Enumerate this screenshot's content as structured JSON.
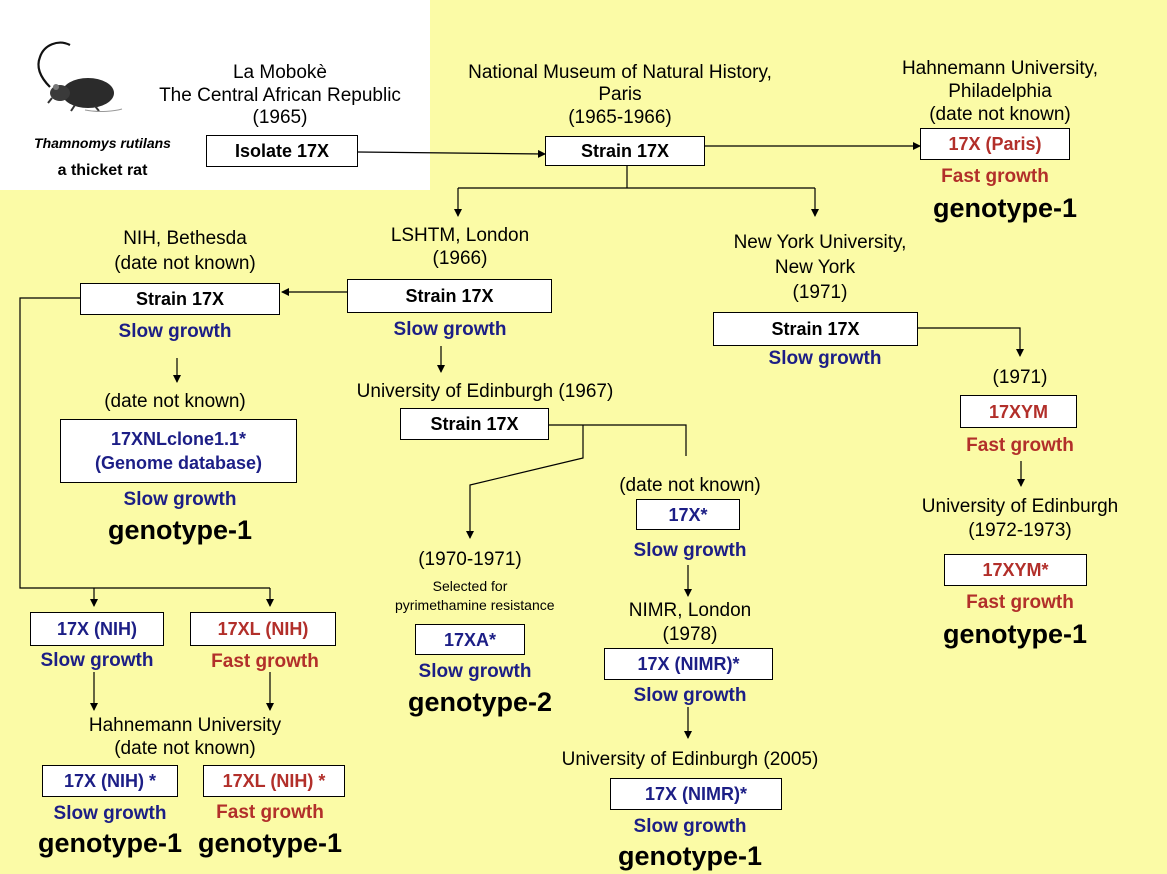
{
  "rat": {
    "species": "Thamnomys rutilans",
    "common_name": "a thicket rat"
  },
  "origin": {
    "place_line1": "La Mobokè",
    "place_line2": "The Central African Republic",
    "year": "(1965)",
    "box": "Isolate 17X"
  },
  "paris": {
    "line1": "National Museum of Natural History,",
    "line2": "Paris",
    "year": "(1965-1966)",
    "box": "Strain 17X"
  },
  "hahnemann_top": {
    "line1": "Hahnemann University,",
    "line2": "Philadelphia",
    "date": "(date not known)",
    "box": "17X (Paris)",
    "growth": "Fast growth",
    "genotype": "genotype-1"
  },
  "nih": {
    "line1": "NIH, Bethesda",
    "date": "(date not known)",
    "box": "Strain 17X",
    "growth": "Slow growth"
  },
  "nl": {
    "date": "(date not known)",
    "box_line1": "17XNLclone1.1*",
    "box_line2": "(Genome database)",
    "growth": "Slow growth",
    "genotype": "genotype-1"
  },
  "lshtm": {
    "line1": "LSHTM, London",
    "year": "(1966)",
    "box": "Strain 17X",
    "growth": "Slow growth"
  },
  "edinburgh1967": {
    "label": "University of Edinburgh (1967)",
    "box": "Strain 17X"
  },
  "nyu": {
    "line1": "New York University,",
    "line2": "New York",
    "year": "(1971)",
    "box": "Strain 17X",
    "growth": "Slow growth"
  },
  "ym": {
    "year": "(1971)",
    "box": "17XYM",
    "growth": "Fast growth"
  },
  "ym_edinburgh": {
    "line1": "University of Edinburgh",
    "year": "(1972-1973)",
    "box": "17XYM*",
    "growth": "Fast growth",
    "genotype": "genotype-1"
  },
  "xa": {
    "year": "(1970-1971)",
    "note_line1": "Selected for",
    "note_line2": "pyrimethamine resistance",
    "box": "17XA*",
    "growth": "Slow growth",
    "genotype": "genotype-2"
  },
  "x_star": {
    "date": "(date not known)",
    "box": "17X*",
    "growth": "Slow growth"
  },
  "nimr": {
    "line1": "NIMR, London",
    "year": "(1978)",
    "box": "17X (NIMR)*",
    "growth": "Slow growth"
  },
  "nimr_edinburgh": {
    "label": "University of Edinburgh (2005)",
    "box": "17X (NIMR)*",
    "growth": "Slow growth",
    "genotype": "genotype-1"
  },
  "nih_x": {
    "box": "17X (NIH)",
    "growth": "Slow growth"
  },
  "nih_xl": {
    "box": "17XL (NIH)",
    "growth": "Fast growth"
  },
  "hahnemann_bottom": {
    "line1": "Hahnemann University",
    "date": "(date not known)",
    "x_box": "17X (NIH) *",
    "x_growth": "Slow growth",
    "x_genotype": "genotype-1",
    "xl_box": "17XL (NIH) *",
    "xl_growth": "Fast growth",
    "xl_genotype": "genotype-1"
  },
  "colors": {
    "background": "#fbfba6",
    "slow": "#1c1e86",
    "fast": "#b22f2a"
  }
}
